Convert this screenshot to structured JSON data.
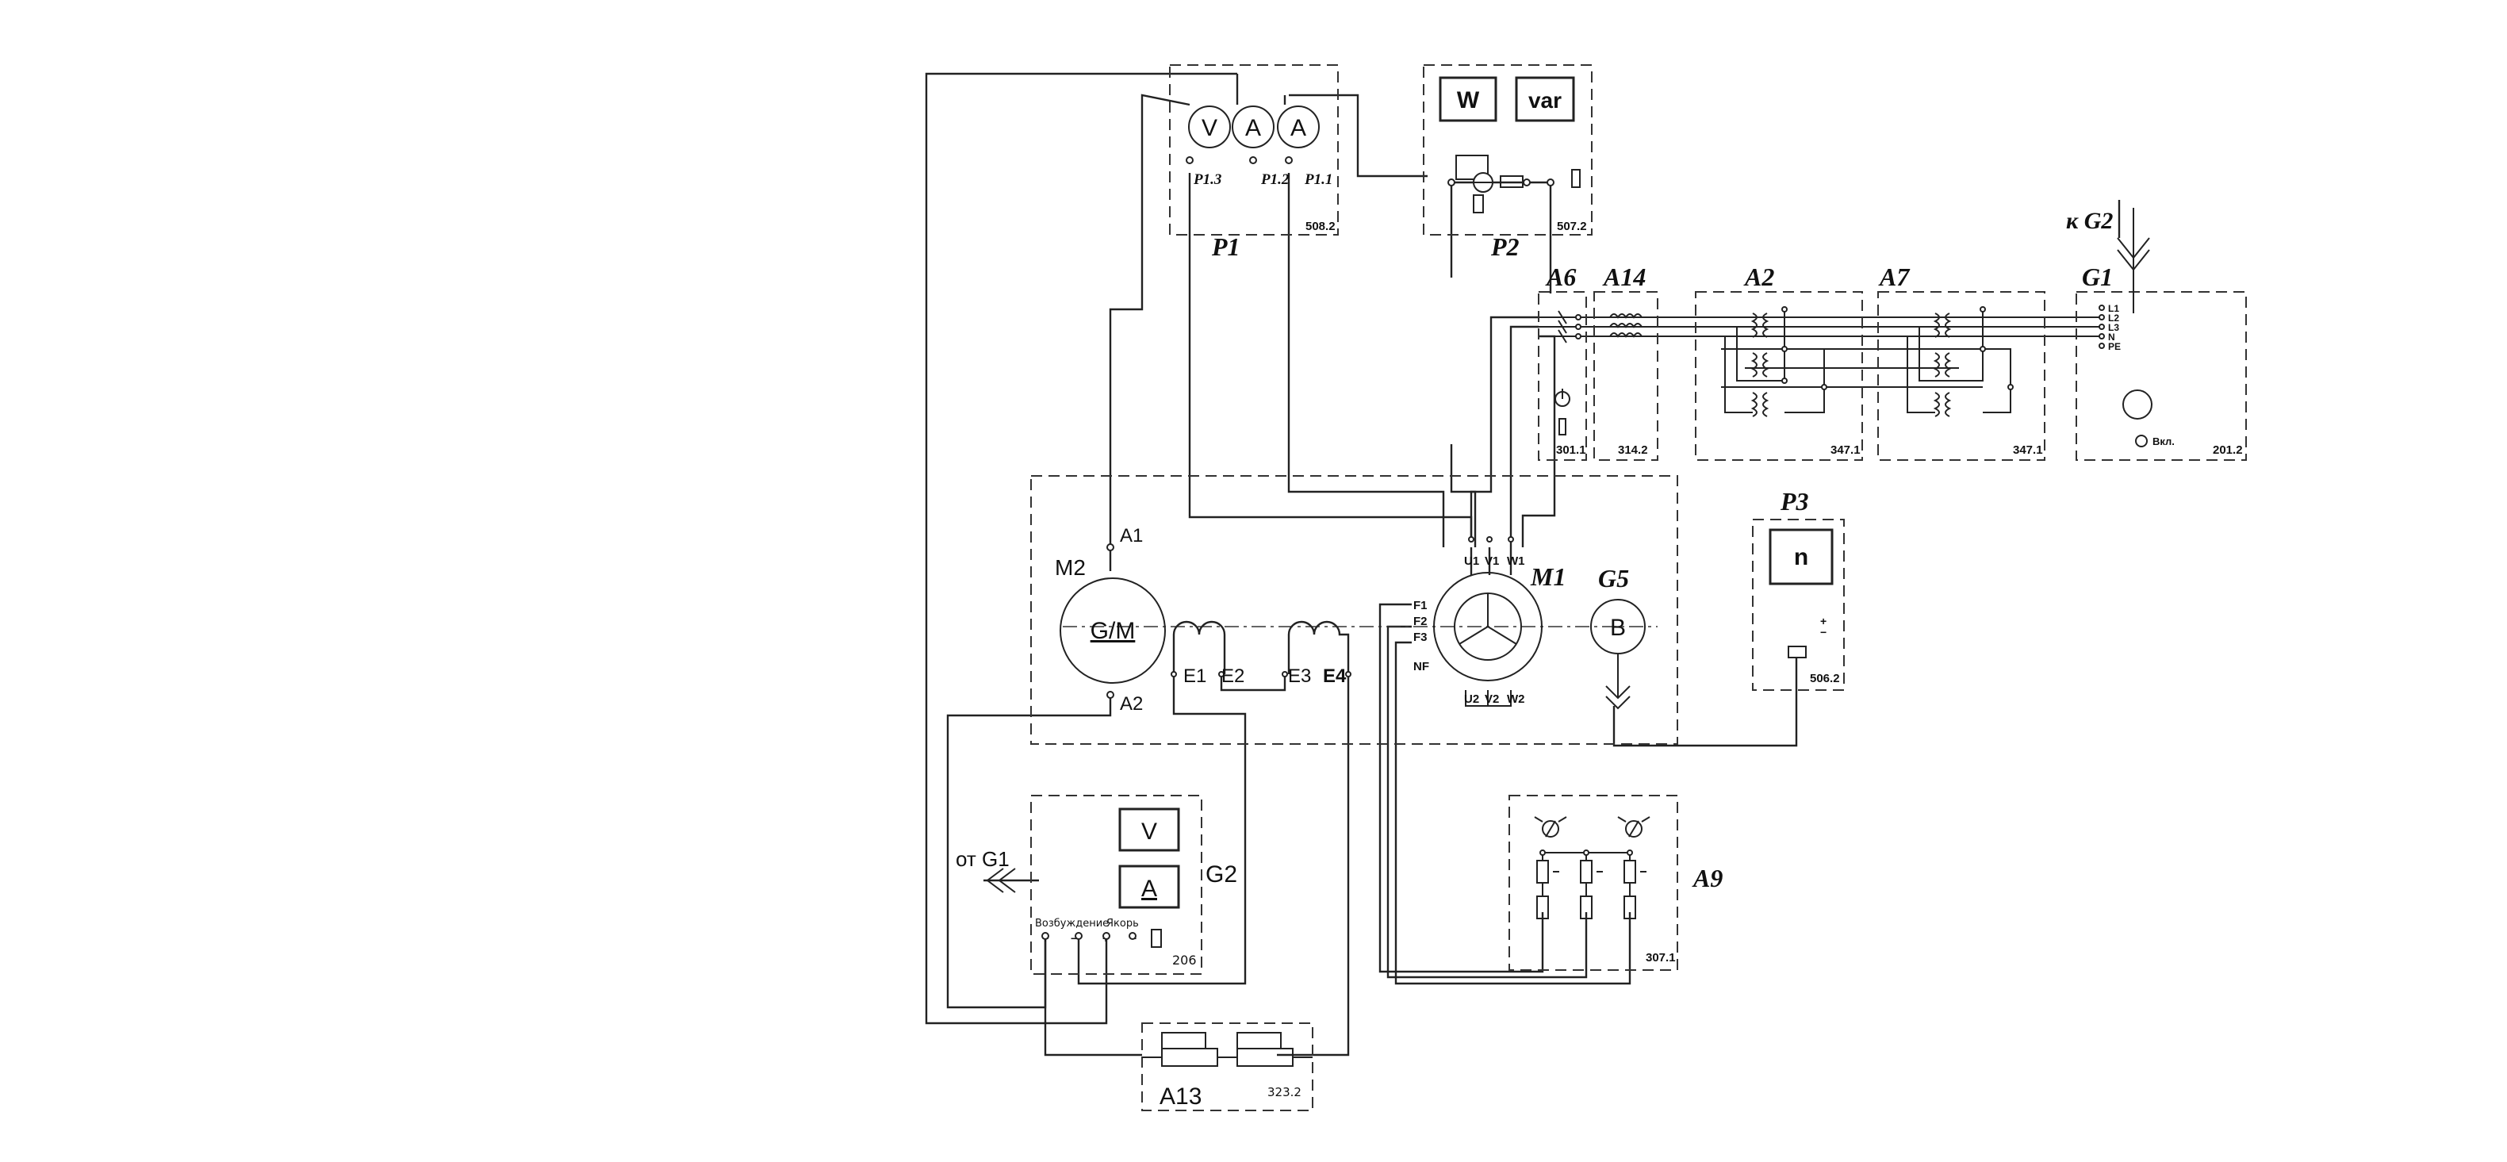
{
  "units": {
    "P1": {
      "label": "P1",
      "code": "508.2",
      "meters": [
        "V",
        "A",
        "A"
      ],
      "terminals": [
        "P1.3",
        "P1.2",
        "P1.1"
      ]
    },
    "P2": {
      "label": "P2",
      "code": "507.2",
      "meters": [
        "W",
        "var"
      ]
    },
    "A6": {
      "label": "A6",
      "code": "301.1"
    },
    "A14": {
      "label": "A14",
      "code": "314.2"
    },
    "A2": {
      "label": "A2",
      "code": "347.1"
    },
    "A7": {
      "label": "A7",
      "code": "347.1"
    },
    "G1": {
      "label": "G1",
      "code": "201.2",
      "terminals": [
        "L1",
        "L2",
        "L3",
        "N",
        "PE"
      ],
      "lamp_label": "Вкл.",
      "feed_label": "к G2"
    },
    "P3": {
      "label": "P3",
      "code": "506.2",
      "meter": "n",
      "signs": [
        "+",
        "−"
      ]
    },
    "machines": {
      "M2": {
        "label": "M2",
        "symbol": "G/M",
        "terminals": [
          "A1",
          "A2"
        ],
        "field_terminals": [
          "E1",
          "E2",
          "E3",
          "E4"
        ]
      },
      "M1": {
        "label": "M1",
        "top_terminals": [
          "U1",
          "V1",
          "W1"
        ],
        "bottom_terminals": [
          "U2",
          "V2",
          "W2"
        ],
        "side_terminals": [
          "F1",
          "F2",
          "F3",
          "NF"
        ]
      },
      "G5": {
        "label": "G5",
        "symbol": "B"
      }
    },
    "G2": {
      "label": "G2",
      "code": "206",
      "meters": [
        "V",
        "A"
      ],
      "caption_left": "Возбуждение",
      "caption_right": "Якорь",
      "terminal_signs": [
        "+",
        "−",
        "+",
        "−"
      ],
      "feed_label": "от G1"
    },
    "A9": {
      "label": "A9",
      "code": "307.1"
    },
    "A13": {
      "label": "A13",
      "code": "323.2"
    }
  },
  "colors": {
    "line": "#222222",
    "frame": "#333333",
    "background": "#ffffff"
  }
}
